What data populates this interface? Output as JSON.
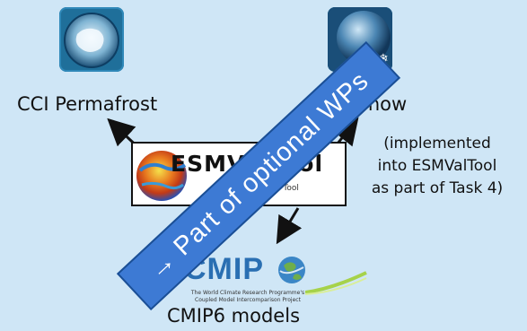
{
  "nodes": {
    "permafrost": {
      "label": "CCI Permafrost"
    },
    "snow": {
      "label": "i Snow",
      "note_lines": [
        "(implemented",
        "into ESMValTool",
        "as part of Task 4)"
      ]
    },
    "esmvaltool": {
      "title": "ESMValTool",
      "subtitle": "Evaluation Tool"
    },
    "cmip": {
      "logo_text": "CMIP",
      "caption_lines": [
        "The World Climate Research Programme's",
        "Coupled Model Intercomparison Project"
      ],
      "label": "CMIP6 models"
    }
  },
  "banner": {
    "text": "→ Part of optional WPs"
  },
  "colors": {
    "background": "#cfe6f6",
    "banner": "#3d7ad4",
    "banner_border": "#1b4f95",
    "cmip_blue": "#2a6fb2"
  },
  "icons": {
    "permafrost": "arctic-globe-icon",
    "snow": "snow-globe-icon",
    "esmvaltool": "climate-globe-icon",
    "cmip": "earth-icon"
  }
}
